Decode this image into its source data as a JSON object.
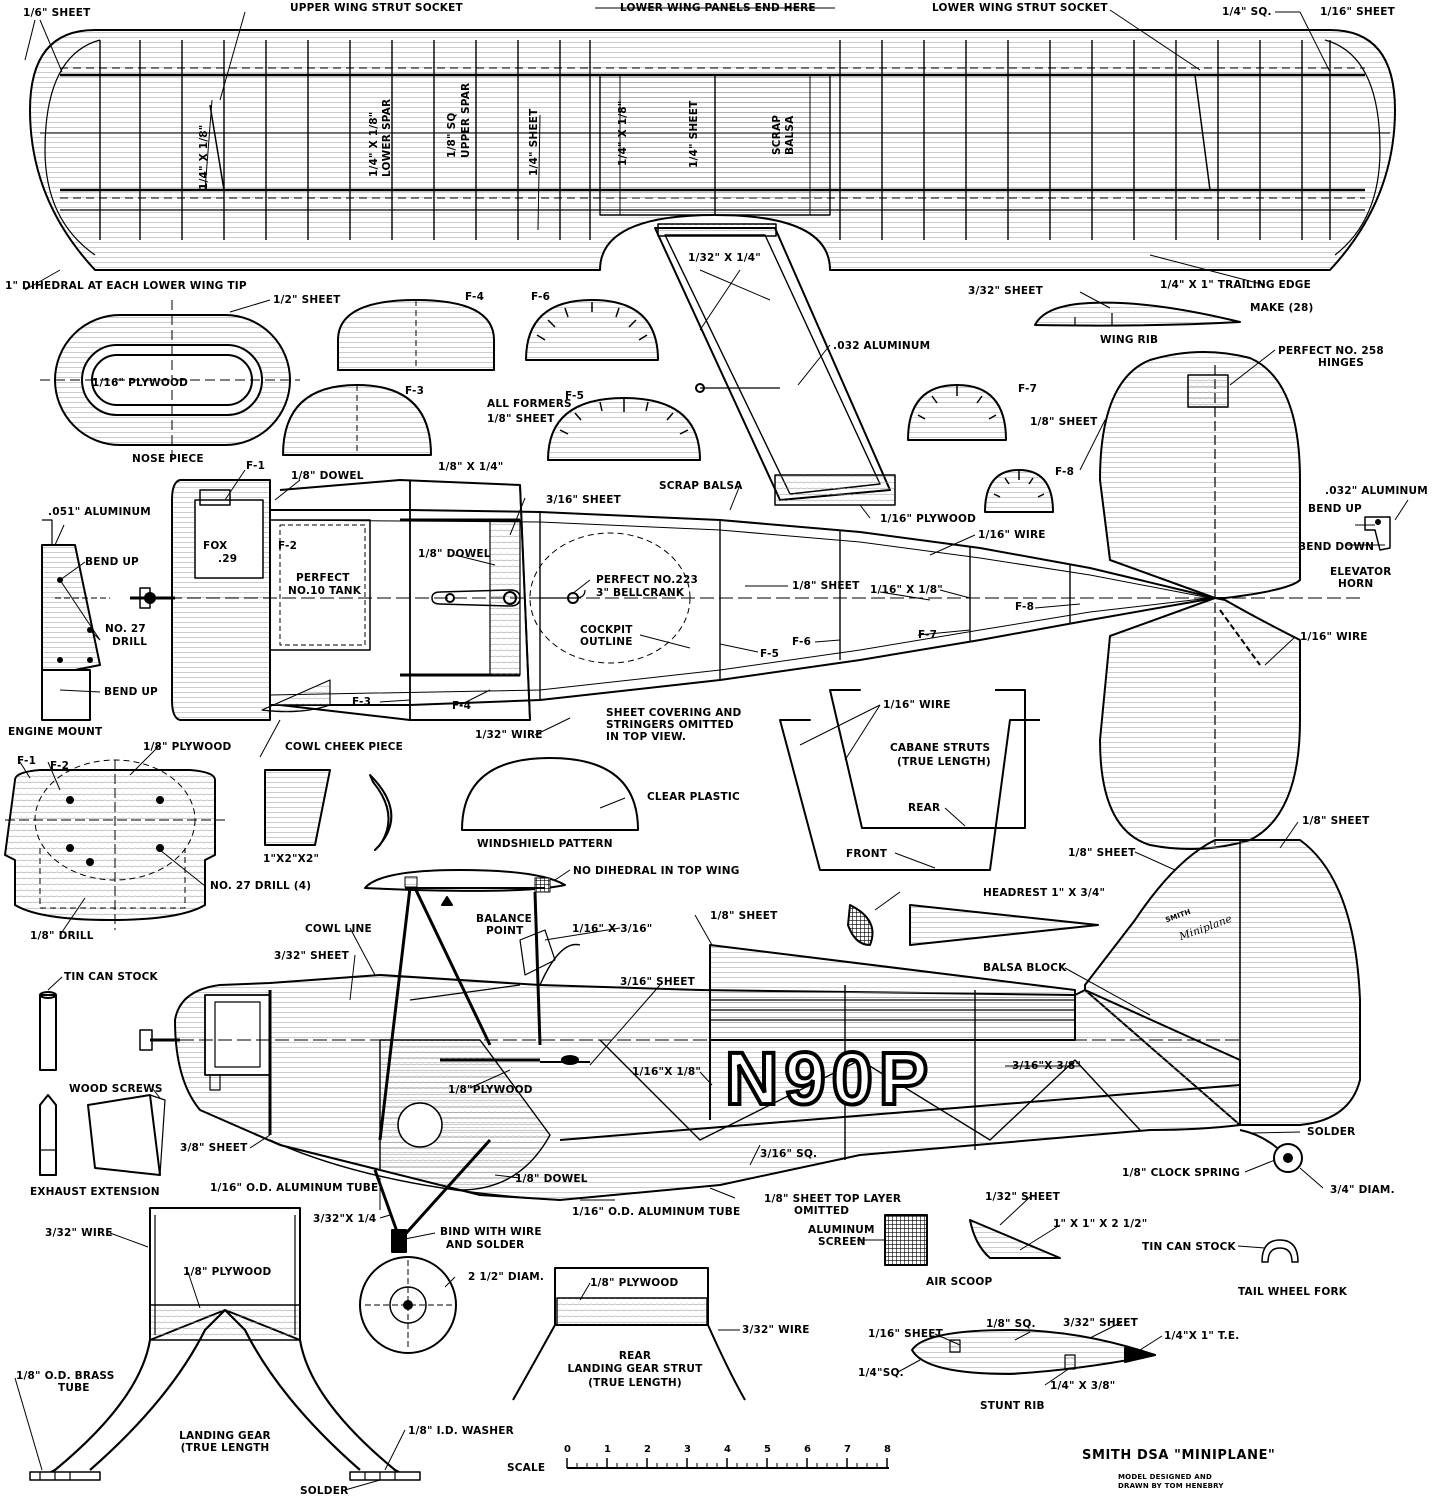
{
  "title": "SMITH DSA \"MINIPLANE\"",
  "credit": {
    "line1": "MODEL DESIGNED AND",
    "line2": "DRAWN BY TOM HENEBRY"
  },
  "registration": "N90P",
  "tail_script": {
    "brand": "SMITH",
    "name": "Miniplane"
  },
  "labels": {
    "sheet_1_16_tl": "1/6\" SHEET",
    "upper_wing_strut_socket": "UPPER WING STRUT SOCKET",
    "lower_wing_panels_end_here": "LOWER WING PANELS END HERE",
    "lower_wing_strut_socket": "LOWER WING STRUT SOCKET",
    "sq_1_4": "1/4\" SQ.",
    "sheet_1_16_tr": "1/16\" SHEET",
    "spar_1_4x1_8": "1/4\" X 1/8\"",
    "lower_spar": "1/4\" X 1/8\"",
    "lower_spar_2": "LOWER SPAR",
    "upper_spar": "1/8\" SQ",
    "upper_spar_2": "UPPER SPAR",
    "sheet_1_4_a": "1/4\" SHEET",
    "spar_1_4x1_8_b": "1/4\" X 1/8\"",
    "sheet_1_4_b": "1/4\" SHEET",
    "scrap": "SCRAP",
    "balsa": "BALSA",
    "dihedral": "1\" DIHEDRAL AT EACH LOWER WING TIP",
    "trailing_edge": "1/4\" X 1\" TRAILING EDGE",
    "sheet_1_2": "1/2\" SHEET",
    "f4": "F-4",
    "f6": "F-6",
    "strut_1_32x1_4": "1/32\" X 1/4\"",
    "sheet_3_32_rib": "3/32\" SHEET",
    "make_28": "MAKE (28)",
    "wing_rib": "WING RIB",
    "plywood_1_16_nose": "1/16\" PLYWOOD",
    "aluminum_032": ".032 ALUMINUM",
    "perfect_258": "PERFECT NO. 258",
    "hinges": "HINGES",
    "f3": "F-3",
    "all_formers": "ALL FORMERS",
    "sheet_1_8_formers": "1/8\" SHEET",
    "f5": "F-5",
    "f7": "F-7",
    "sheet_1_8_f8": "1/8\" SHEET",
    "f8": "F-8",
    "nose_piece": "NOSE PIECE",
    "f1": "F-1",
    "dowel_1_8_top": "1/8\" DOWEL",
    "strip_1_8x1_4": "1/8\" X 1/4\"",
    "sheet_3_16_top": "3/16\" SHEET",
    "scrap_balsa": "SCRAP BALSA",
    "plywood_1_16_cabane": "1/16\" PLYWOOD",
    "aluminum_032_horn": ".032\" ALUMINUM",
    "bend_up_horn": "BEND UP",
    "bend_down": "BEND DOWN",
    "elevator": "ELEVATOR",
    "horn": "HORN",
    "aluminum_051": ".051\" ALUMINUM",
    "bend_up_1": "BEND UP",
    "drill_27": "NO. 27",
    "drill": "DRILL",
    "bend_up_2": "BEND UP",
    "engine_mount": "ENGINE MOUNT",
    "fox": "FOX",
    "fox_29": ".29",
    "f2": "F-2",
    "perfect_10_a": "PERFECT",
    "perfect_10_b": "NO.10 TANK",
    "dowel_1_8_mid": "1/8\" DOWEL",
    "perfect_223": "PERFECT NO.223",
    "bellcrank": "3\" BELLCRANK",
    "cockpit": "COCKPIT",
    "outline": "OUTLINE",
    "sheet_1_8_fus": "1/8\" SHEET",
    "wire_1_16_fus": "1/16\" WIRE",
    "strip_1_16x1_8": "1/16\" X 1/8\"",
    "f8_b": "F-8",
    "f7_b": "F-7",
    "f6_b": "F-6",
    "f5_b": "F-5",
    "wire_1_16_r": "1/16\" WIRE",
    "f3_b": "F-3",
    "f4_b": "F-4",
    "wire_1_32": "1/32\" WIRE",
    "sheet_cov_1": "SHEET COVERING AND",
    "sheet_cov_2": "STRINGERS OMITTED",
    "sheet_cov_3": "IN TOP VIEW.",
    "wire_1_16_cab": "1/16\" WIRE",
    "cabane_1": "CABANE STRUTS",
    "cabane_2": "(TRUE LENGTH)",
    "rear": "REAR",
    "front": "FRONT",
    "cowl_cheek": "COWL CHEEK PIECE",
    "plywood_1_8_f1": "1/8\" PLYWOOD",
    "f1_b": "F-1",
    "f2_b": "F-2",
    "drill_27_4": "NO. 27 DRILL (4)",
    "drill_1_8": "1/8\" DRILL",
    "cheek_size": "1\"X2\"X2\"",
    "clear_plastic": "CLEAR PLASTIC",
    "windshield": "WINDSHIELD PATTERN",
    "sheet_1_8_tail": "1/8\" SHEET",
    "sheet_1_8_fin": "1/8\" SHEET",
    "no_dihedral": "NO DIHEDRAL IN TOP WING",
    "balance_1": "BALANCE",
    "balance_2": "POINT",
    "strip_1_16x3_16": "1/16\" X 3/16\"",
    "sheet_1_8_side": "1/8\" SHEET",
    "headrest": "HEADREST 1\" X 3/4\"",
    "cowl_line": "COWL LINE",
    "sheet_3_32_side": "3/32\" SHEET",
    "sheet_3_16_side": "3/16\" SHEET",
    "balsa_block": "BALSA BLOCK",
    "tin_can_stock": "TIN CAN STOCK",
    "wood_screws": "WOOD SCREWS",
    "exhaust": "EXHAUST EXTENSION",
    "strip_1_16x1_8_side": "1/16\"X 1/8\"",
    "strip_3_16x3_8": "3/16\"X 3/8\"",
    "plywood_1_8_side": "1/8\"PLYWOOD",
    "sheet_3_8": "3/8\" SHEET",
    "sq_3_16": "3/16\" SQ.",
    "solder_tail": "SOLDER",
    "clock_spring": "1/8\" CLOCK SPRING",
    "diam_3_4": "3/4\" DIAM.",
    "alu_tube_1": "1/16\" O.D. ALUMINUM TUBE",
    "dowel_1_8_low": "1/8\" DOWEL",
    "alu_tube_2": "1/16\" O.D. ALUMINUM TUBE",
    "top_layer_1": "1/8\" SHEET TOP LAYER",
    "top_layer_2": "OMITTED",
    "strut_3_32x1_4": "3/32\"X 1/4",
    "bind_1": "BIND WITH WIRE",
    "bind_2": "AND SOLDER",
    "sheet_1_32": "1/32\" SHEET",
    "scoop_size": "1\" X 1\" X 2 1/2\"",
    "aluminum": "ALUMINUM",
    "screen": "SCREEN",
    "air_scoop": "AIR SCOOP",
    "tin_can_stock_2": "TIN CAN STOCK",
    "tail_wheel_fork": "TAIL WHEEL FORK",
    "wire_3_32_lg": "3/32\" WIRE",
    "plywood_1_8_lg": "1/8\" PLYWOOD",
    "diam_2_1_2": "2 1/2\" DIAM.",
    "plywood_1_8_rear": "1/8\" PLYWOOD",
    "wire_3_32_rear": "3/32\" WIRE",
    "rear_lg_1": "REAR",
    "rear_lg_2": "LANDING GEAR STRUT",
    "rear_lg_3": "(TRUE LENGTH)",
    "sq_1_8_rib": "1/8\" SQ.",
    "sheet_3_32_rib2": "3/32\" SHEET",
    "te_1_4x1": "1/4\"X 1\" T.E.",
    "sheet_1_16_rib": "1/16\" SHEET",
    "sq_1_4_rib": "1/4\"SQ.",
    "spar_1_4x3_8": "1/4\" X 3/8\"",
    "stunt_rib": "STUNT RIB",
    "brass_tube_1": "1/8\" O.D. BRASS",
    "brass_tube_2": "TUBE",
    "lg_1": "LANDING GEAR",
    "lg_2": "(TRUE LENGTH",
    "washer": "1/8\" I.D. WASHER",
    "solder_lg": "SOLDER",
    "scale": "SCALE",
    "scale_numbers": [
      "0",
      "1",
      "2",
      "3",
      "4",
      "5",
      "6",
      "7",
      "8"
    ]
  }
}
